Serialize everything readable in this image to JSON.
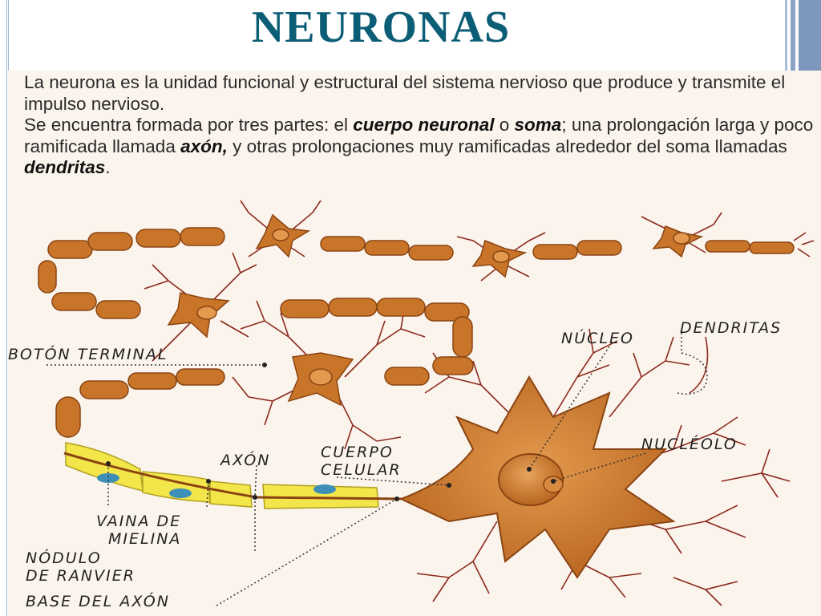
{
  "title": "NEURONAS",
  "intro": {
    "p1": "La neurona es la unidad funcional y estructural del sistema nervioso que produce y transmite el impulso nervioso.",
    "p2_a": "Se encuentra formada por tres partes: el ",
    "p2_b": "cuerpo neuronal",
    "p2_c": " o ",
    "p2_d": "soma",
    "p2_e": "; una prolongación larga y poco ramificada llamada ",
    "p2_f": "axón,",
    "p2_g": " y otras prolongaciones muy ramificadas alrededor del soma llamadas ",
    "p2_h": "dendritas",
    "p2_i": "."
  },
  "labels": {
    "boton_terminal": "BOTÓN TERMINAL",
    "nucleo": "NÚCLEO",
    "dendritas": "DENDRITAS",
    "nucleolo": "NUCLÉOLO",
    "axon": "AXÓN",
    "cuerpo": "CUERPO",
    "celular": "CELULAR",
    "vaina_1": "VAINA DE",
    "vaina_2": "MIELINA",
    "nodulo_1": "NÓDULO",
    "nodulo_2": "DE RANVIER",
    "base_axon": "BASE DEL AXÓN"
  },
  "colors": {
    "title": "#0c5d76",
    "neuron": "#c8752a",
    "neuron_dark": "#8a4412",
    "myelin": "#f3e64a",
    "dendrite": "#8c2a1e"
  }
}
